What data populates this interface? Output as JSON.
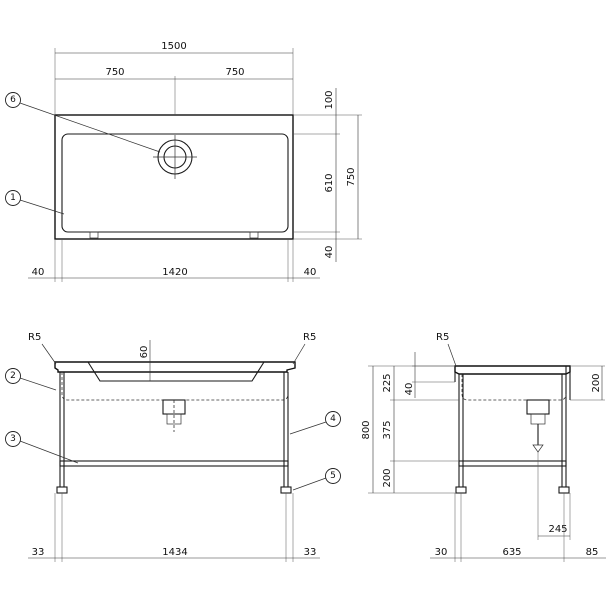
{
  "plan_view": {
    "overall_width": "1500",
    "half_left": "750",
    "half_right": "750",
    "inner_length": "1420",
    "end_left": "40",
    "end_right": "40",
    "back_edge": "100",
    "bowl_depth": "610",
    "front_edge": "40",
    "overall_depth": "750"
  },
  "front_view": {
    "radius_left": "R5",
    "radius_right": "R5",
    "drop": "60",
    "leg_offset_left": "33",
    "leg_span": "1434",
    "leg_offset_right": "33"
  },
  "side_view": {
    "radius": "R5",
    "back_guard": "200",
    "height_total": "800",
    "upper_height": "225",
    "rim_drop": "40",
    "middle_height": "375",
    "lower_height": "200",
    "drain_offset": "245",
    "leg_offset_left": "30",
    "leg_span": "635",
    "overhang_right": "85"
  },
  "callouts": [
    "1",
    "2",
    "3",
    "4",
    "5",
    "6"
  ]
}
